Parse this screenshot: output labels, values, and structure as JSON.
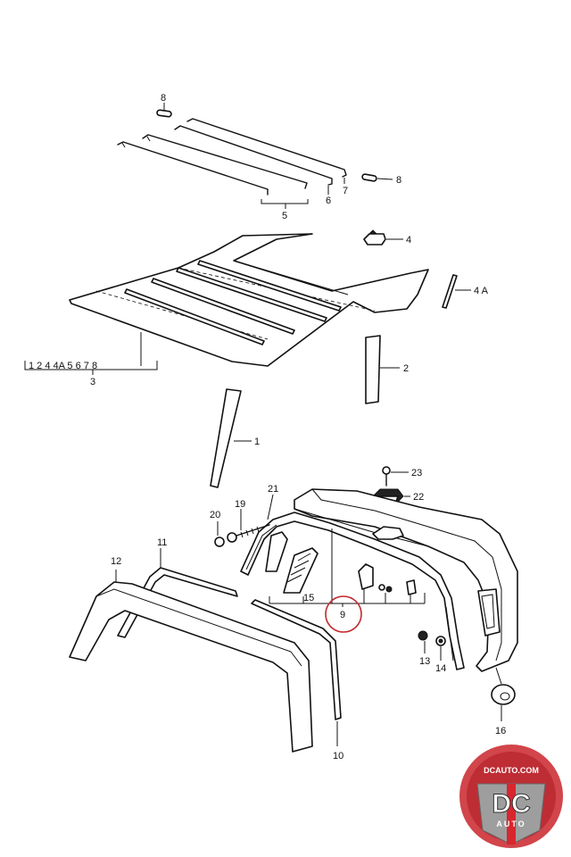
{
  "callouts": {
    "c1": "1",
    "c2": "2",
    "c3": "3",
    "c3_group": "1 2 4 4A 5 6 7 8",
    "c4": "4",
    "c4a": "4 A",
    "c5": "5",
    "c6": "6",
    "c7": "7",
    "c8a": "8",
    "c8b": "8",
    "c9": "9",
    "c10": "10",
    "c11": "11",
    "c12": "12",
    "c13": "13",
    "c14": "14",
    "c15": "15",
    "c16": "16",
    "c19": "19",
    "c20": "20",
    "c21": "21",
    "c22": "22",
    "c23": "23"
  },
  "highlight": {
    "target": "9",
    "color": "#c0282d"
  },
  "watermark": {
    "url_text": "DCAUTO.COM",
    "logo_text": "DC",
    "sub_text": "AUTO",
    "colors": {
      "ring": "#c9242b",
      "badge": "#9e9e9e",
      "stripe": "#d8262d"
    }
  }
}
